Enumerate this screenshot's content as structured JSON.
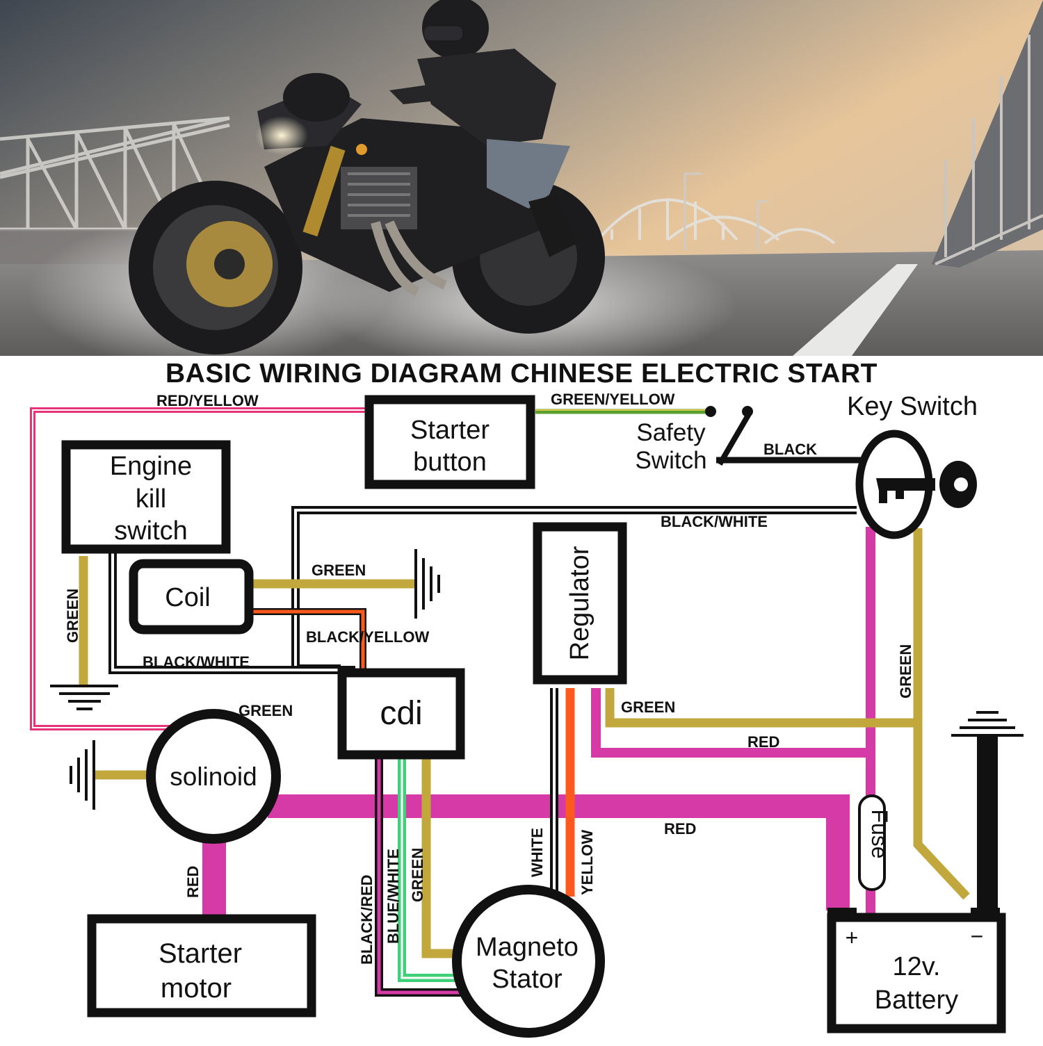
{
  "diagram": {
    "title": "BASIC WIRING DIAGRAM CHINESE ELECTRIC START",
    "components": {
      "starter_button": [
        "Starter",
        "button"
      ],
      "engine_kill_switch": [
        "Engine",
        "kill",
        "switch"
      ],
      "coil": "Coil",
      "safety_switch": [
        "Safety",
        "Switch"
      ],
      "key_switch": "Key Switch",
      "regulator": "Regulator",
      "cdi": "cdi",
      "solenoid": "solinoid",
      "starter_motor": [
        "Starter",
        "motor"
      ],
      "magneto_stator": [
        "Magneto",
        "Stator"
      ],
      "fuse": "Fuse",
      "battery": [
        "12v.",
        "Battery"
      ],
      "battery_plus": "+",
      "battery_minus": "−"
    },
    "wire_labels": {
      "red_yellow": "RED/YELLOW",
      "green_yellow": "GREEN/YELLOW",
      "black_key": "BLACK",
      "black_white_top": "BLACK/WHITE",
      "green_coil": "GREEN",
      "black_yellow": "BLACK/YELLOW",
      "black_white_left": "BLACK/WHITE",
      "green_kill": "GREEN",
      "green_solenoid": "GREEN",
      "green_regulator": "GREEN",
      "red_regulator": "RED",
      "green_key": "GREEN",
      "red_main": "RED",
      "red_starter": "RED",
      "black_red": "BLACK/RED",
      "blue_white": "BLUE/WHITE",
      "green_stator": "GREEN",
      "white": "WHITE",
      "yellow": "YELLOW"
    },
    "wire_colors": {
      "magenta": "#d63aa6",
      "red_yellow": "#e8327a",
      "olive_green": "#c2a73c",
      "green": "#4a9a2a",
      "orange": "#ff5a1e",
      "light_green": "#3fd07a",
      "black": "#111111"
    }
  }
}
